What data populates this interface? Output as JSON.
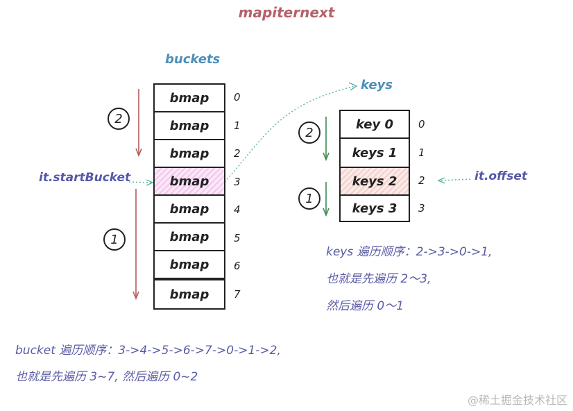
{
  "title": "mapiternext",
  "buckets": {
    "label": "buckets",
    "cells": [
      "bmap",
      "bmap",
      "bmap",
      "bmap",
      "bmap",
      "bmap",
      "bmap",
      "bmap"
    ],
    "indices": [
      "0",
      "1",
      "2",
      "3",
      "4",
      "5",
      "6",
      "7"
    ],
    "highlight_index": 3,
    "order_marks": [
      "2",
      "1"
    ],
    "start_label": "it.startBucket"
  },
  "keys": {
    "label": "keys",
    "cells": [
      "key 0",
      "keys 1",
      "keys 2",
      "keys 3"
    ],
    "indices": [
      "0",
      "1",
      "2",
      "3"
    ],
    "highlight_index": 2,
    "order_marks": [
      "2",
      "1"
    ],
    "offset_label": "it.offset"
  },
  "notes": {
    "keys_line1": "keys 遍历顺序：2->3->0->1,",
    "keys_line2": "也就是先遍历 2～3,",
    "keys_line3": "然后遍历 0～1",
    "bucket_line1": "bucket 遍历顺序：3->4->5->6->7->0->1->2,",
    "bucket_line2": "也就是先遍历 3~7, 然后遍历 0~2"
  },
  "watermark": "@稀土掘金技术社区",
  "colors": {
    "title": "#b5606b",
    "label_blue": "#4e8fb8",
    "label_indigo": "#5558a8",
    "arrow_red": "#b55a5a",
    "arrow_green": "#3f8a53",
    "arrow_teal": "#5fb8a8"
  }
}
